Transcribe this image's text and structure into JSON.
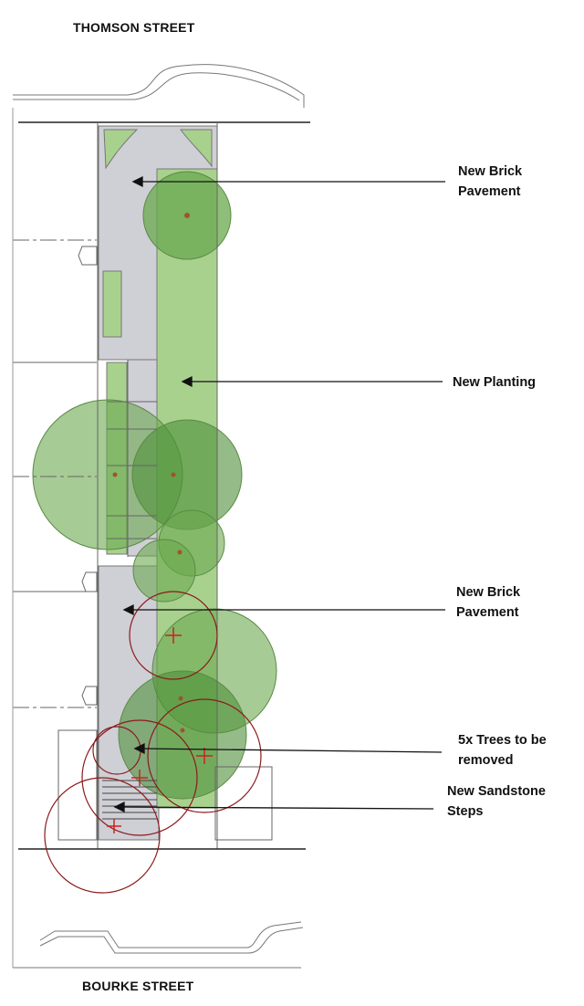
{
  "streets": {
    "top": "THOMSON STREET",
    "bottom": "BOURKE STREET"
  },
  "callouts": {
    "brick_top": "New Brick\nPavement",
    "planting": "New Planting",
    "brick_mid": "New Brick\nPavement",
    "trees_removed": "5x Trees to be\nremoved",
    "steps": "New Sandstone\nSteps"
  },
  "colors": {
    "pavement": "#cfcfd6",
    "planting": "#a9d18e",
    "canopy_existing": "#6aa84f",
    "tree_removed_outline": "#8b1a1a",
    "linework": "#555555"
  }
}
